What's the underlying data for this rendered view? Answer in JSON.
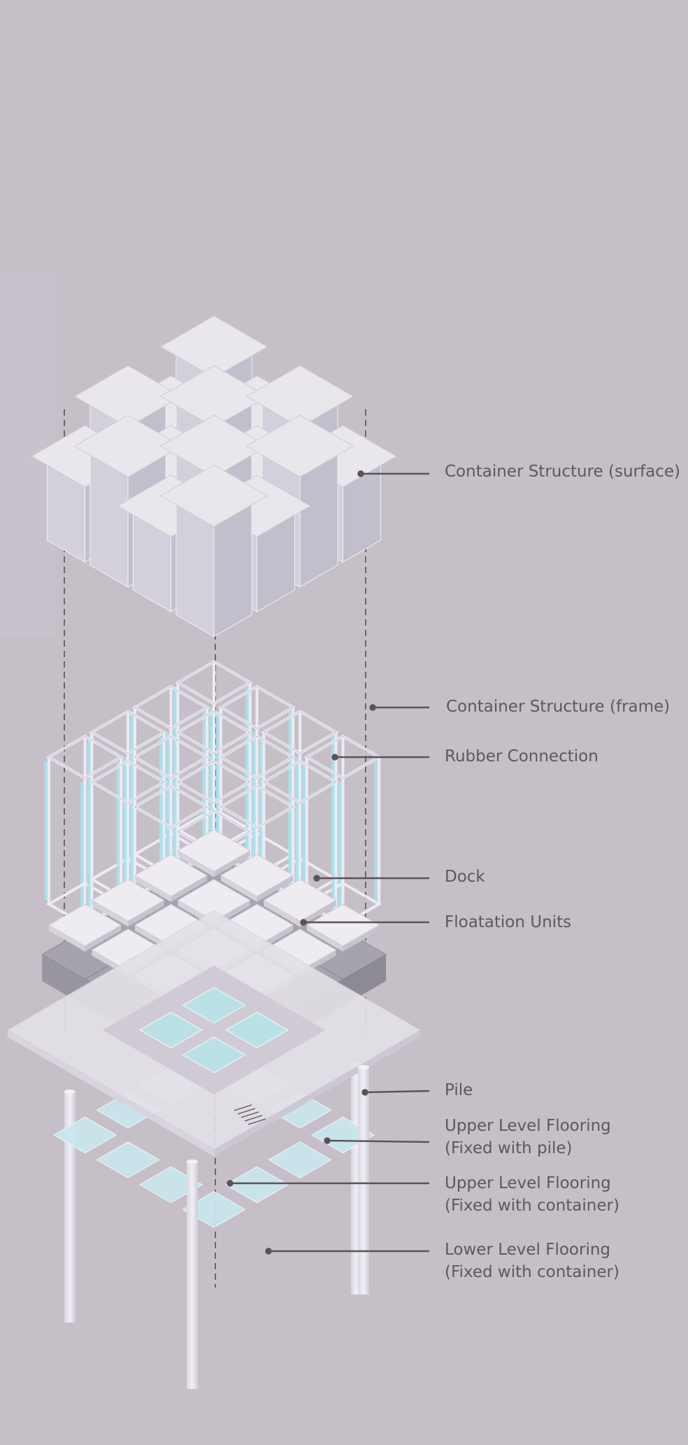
{
  "labels": {
    "surface": "Container  Structure (surface)",
    "frame": "Container Structure (frame)",
    "rubber": "Rubber Connection",
    "dock": "Dock",
    "floatation": "Floatation Units",
    "pile": "Pile",
    "upper_pile_1": "Upper Level Flooring",
    "upper_pile_2": "(Fixed with pile)",
    "upper_container_1": "Upper Level Flooring",
    "upper_container_2": "(Fixed with container)",
    "lower_container_1": "Lower Level Flooring",
    "lower_container_2": "(Fixed with container)"
  },
  "colors": {
    "background": "#c7bfc7",
    "leader": "#5a5258",
    "box_top": "#e9e6ec",
    "box_left": "#d3d0db",
    "box_right": "#c2bfcc",
    "frame": "#ecebf3",
    "rubber": "#a9e3ef",
    "floor_glass": "#b9e3e8",
    "float_dark": "#8e8a95"
  }
}
